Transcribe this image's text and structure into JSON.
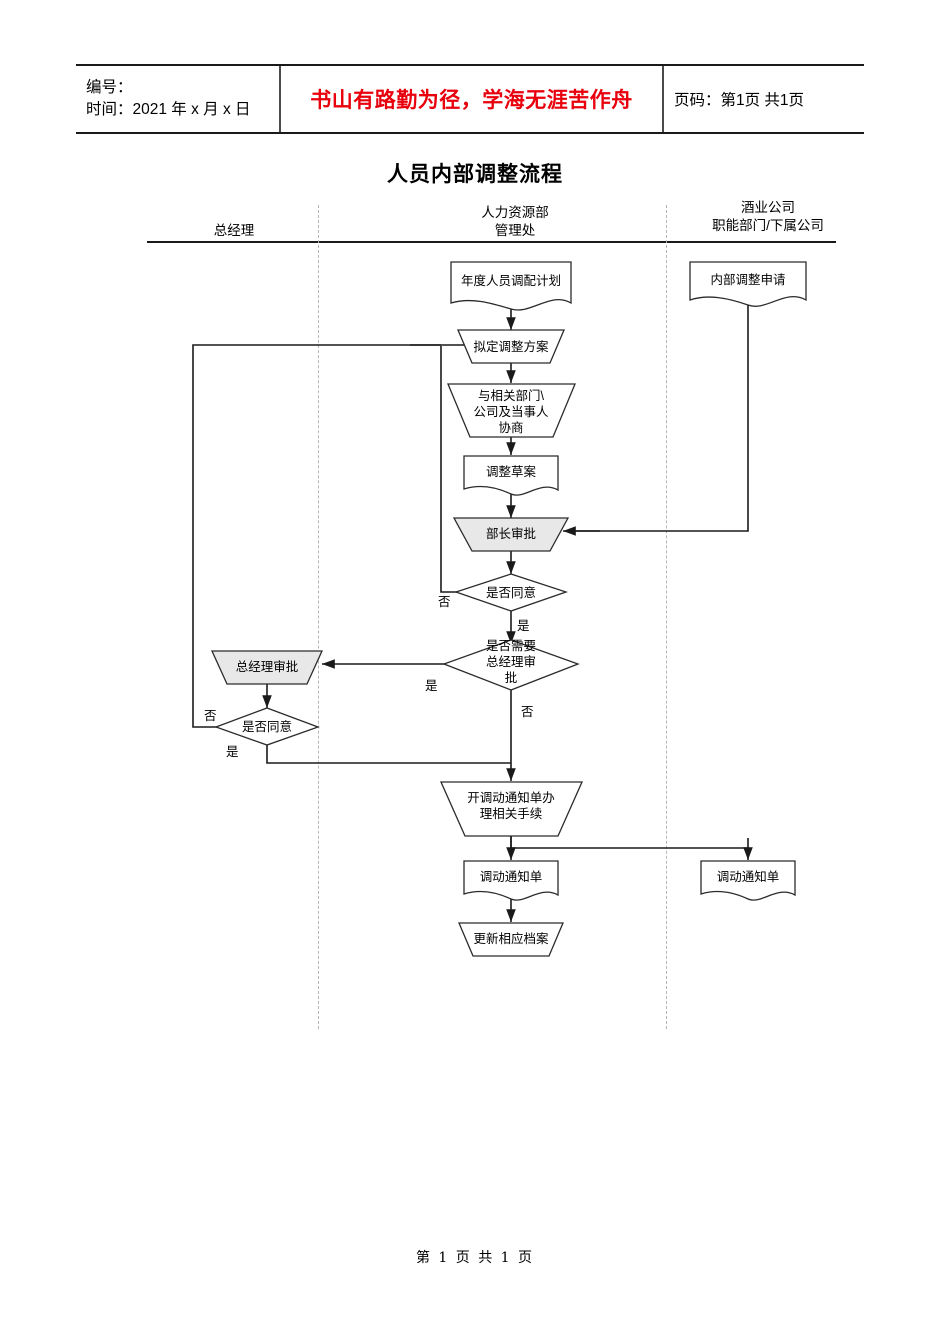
{
  "header": {
    "code_label": "编号：",
    "date_label": "时间：2021 年 x 月 x 日",
    "slogan": "书山有路勤为径，学海无涯苦作舟",
    "page_label": "页码：第1页 共1页"
  },
  "title": "人员内部调整流程",
  "lanes": [
    {
      "id": "general-manager",
      "lines": [
        "总经理"
      ]
    },
    {
      "id": "hr-department",
      "lines": [
        "人力资源部",
        "管理处"
      ]
    },
    {
      "id": "liquor-company",
      "lines": [
        "酒业公司",
        "职能部门/下属公司"
      ]
    }
  ],
  "nodes": [
    {
      "id": "annual-plan",
      "type": "document",
      "label": "年度人员调配计划"
    },
    {
      "id": "internal-request",
      "type": "document",
      "label": "内部调整申请"
    },
    {
      "id": "draft-plan",
      "type": "trapezoid",
      "label": "拟定调整方案"
    },
    {
      "id": "consult",
      "type": "trapezoid",
      "label": "与相关部门\\\n公司及当事人\n协商"
    },
    {
      "id": "adjust-draft",
      "type": "document",
      "label": "调整草案"
    },
    {
      "id": "director-approval",
      "type": "trapezoid",
      "label": "部长审批",
      "fill": "#e8e8e8"
    },
    {
      "id": "agree-1",
      "type": "diamond",
      "label": "是否同意"
    },
    {
      "id": "need-gm-approval",
      "type": "diamond",
      "label": "是否需要\n总经理审\n批"
    },
    {
      "id": "gm-approval",
      "type": "trapezoid",
      "label": "总经理审批",
      "fill": "#e8e8e8"
    },
    {
      "id": "agree-2",
      "type": "diamond",
      "label": "是否同意"
    },
    {
      "id": "issue-notice",
      "type": "trapezoid",
      "label": "开调动通知单办\n理相关手续"
    },
    {
      "id": "transfer-notice-hr",
      "type": "document",
      "label": "调动通知单"
    },
    {
      "id": "transfer-notice-co",
      "type": "document",
      "label": "调动通知单"
    },
    {
      "id": "update-archive",
      "type": "trapezoid",
      "label": "更新相应档案"
    }
  ],
  "edge_labels": [
    {
      "id": "agree-1-no",
      "text": "否"
    },
    {
      "id": "agree-1-yes",
      "text": "是"
    },
    {
      "id": "need-gm-yes",
      "text": "是"
    },
    {
      "id": "need-gm-no",
      "text": "否"
    },
    {
      "id": "agree-2-no",
      "text": "否"
    },
    {
      "id": "agree-2-yes",
      "text": "是"
    }
  ],
  "footer": {
    "text": "第 1 页 共 1 页"
  },
  "colors": {
    "line": "#1a1a1a",
    "shape_stroke": "#2b2b2b",
    "shape_fill": "#ffffff",
    "approval_fill": "#e8e8e8",
    "slogan": "#e8000d",
    "lane_divider": "#b5b5b5"
  }
}
